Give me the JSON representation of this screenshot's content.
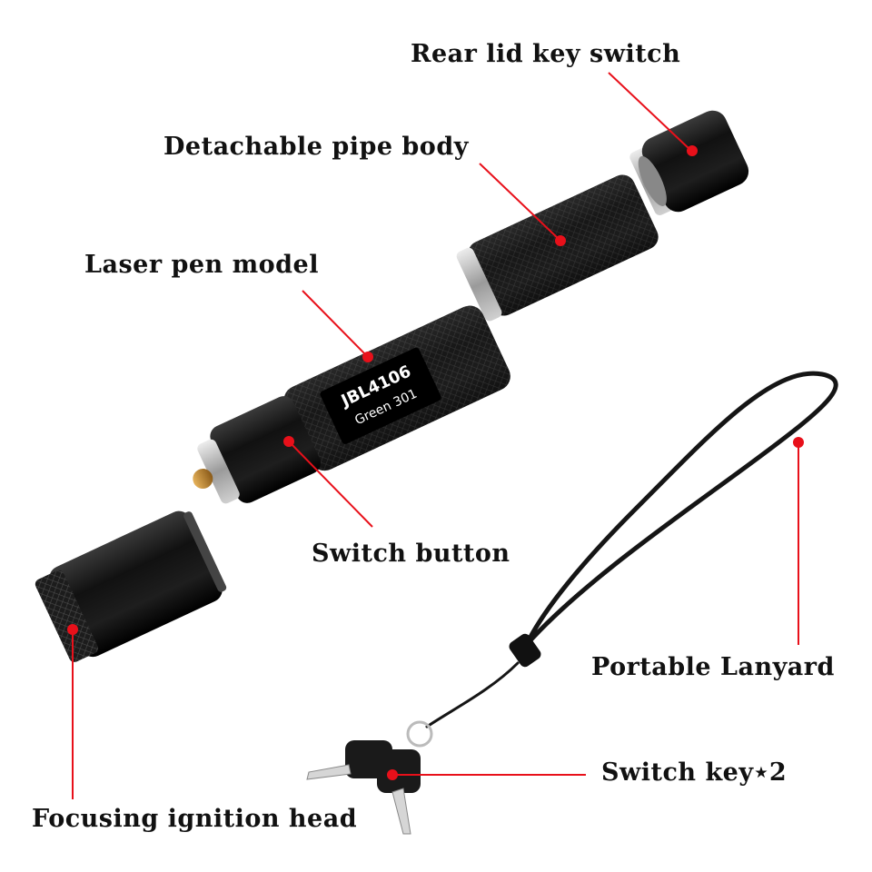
{
  "labels": {
    "rear_lid": "Rear lid key switch",
    "pipe_body": "Detachable pipe body",
    "pen_model": "Laser pen model",
    "switch_button": "Switch button",
    "lanyard": "Portable Lanyard",
    "switch_key": "Switch key⋆2",
    "focus_head": "Focusing ignition head"
  },
  "engraving": {
    "model": "JBL4106",
    "variant": "Green 301"
  },
  "colors": {
    "callout": "#e8101a",
    "body": "#1a1a1a",
    "ring": "#b8b8b8",
    "brass": "#c8922c",
    "key_metal": "#d9d9d9"
  }
}
